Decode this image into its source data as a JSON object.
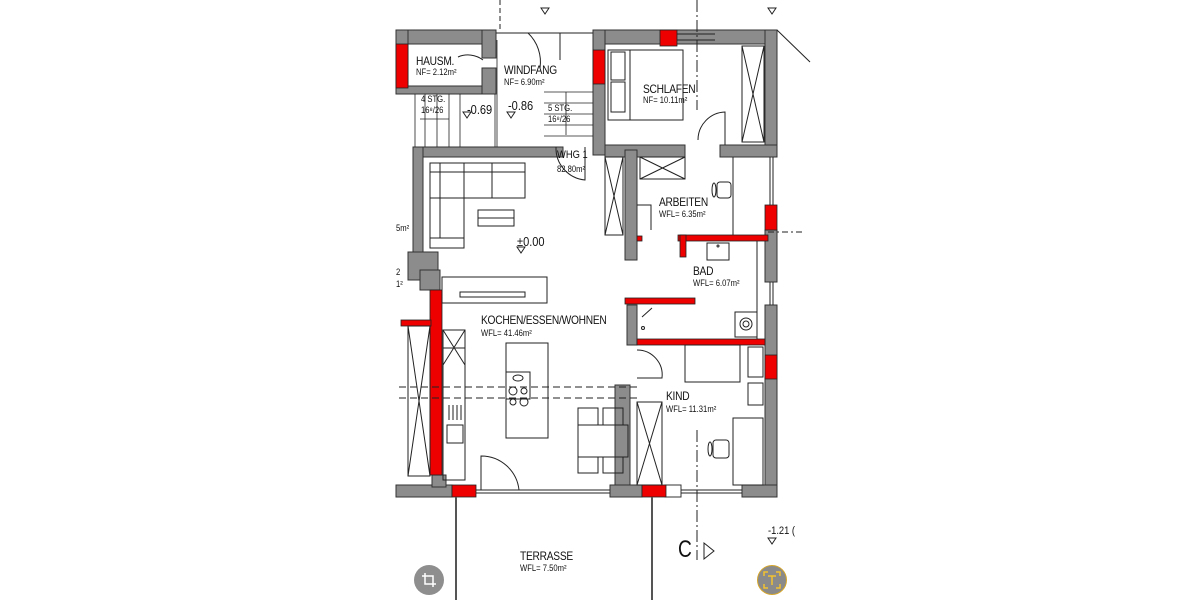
{
  "plan": {
    "rooms": [
      {
        "name": "HAUSM.",
        "area": "NF= 2.12m²"
      },
      {
        "name": "WINDFANG",
        "area": "NF= 6.90m²"
      },
      {
        "name": "SCHLAFEN",
        "area": "NF= 10.11m²"
      },
      {
        "name": "WHG 1",
        "area": "82.80m²"
      },
      {
        "name": "ARBEITEN",
        "area": "WFL= 6.35m²"
      },
      {
        "name": "BAD",
        "area": "WFL= 6.07m²"
      },
      {
        "name": "KOCHEN/ESSEN/WOHNEN",
        "area": "WFL= 41.46m²"
      },
      {
        "name": "KIND",
        "area": "WFL= 11.31m²"
      },
      {
        "name": "TERRASSE",
        "area": "WFL= 7.50m²"
      }
    ],
    "levels": [
      "-0.69",
      "-0.86",
      "±0.00",
      "-1.21 ("
    ],
    "stairs": [
      {
        "steps": "4 STG.",
        "ratio": "16⁸/26"
      },
      {
        "steps": "5 STG.",
        "ratio": "16⁸/26"
      }
    ],
    "fragments": [
      "5m²",
      "2",
      "1²"
    ],
    "section_marker": "C",
    "colors": {
      "wall": "#8c8c8c",
      "new_wall": "#ee0000",
      "line": "#222222"
    }
  },
  "toolbar": {
    "crop_icon": "crop-icon",
    "text_recognition_icon": "text-scan-icon"
  }
}
